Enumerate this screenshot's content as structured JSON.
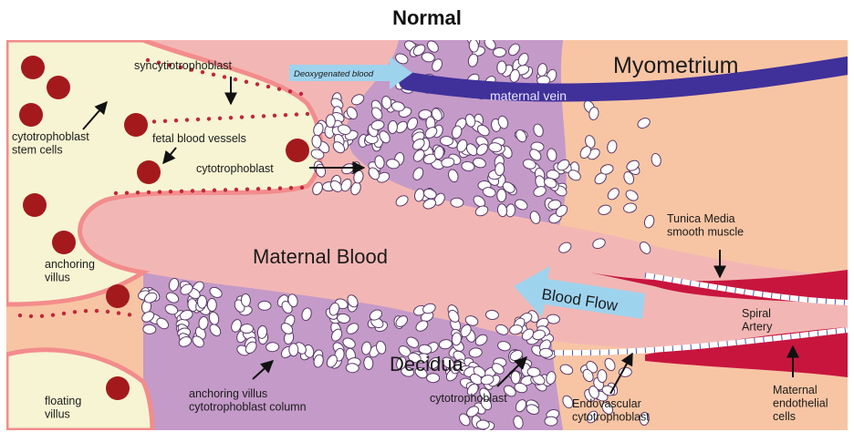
{
  "title": "Normal",
  "colors": {
    "myometrium": "#f7c5a4",
    "decidua": "#c49ac8",
    "maternal_blood": "#f2b7b4",
    "villus_core": "#f7f4d3",
    "syncytio_band": "#ee8f8f",
    "fetal_vessel": "#a41a1c",
    "maternal_vein": "#40309a",
    "artery_muscle": "#c8153e",
    "arrow_fill": "#9ed3ee"
  },
  "labels": {
    "syncytiotrophoblast": "syncytiotrophoblast",
    "cyto_stem": "cytotrophoblast\nstem cells",
    "fetal_vessels": "fetal blood vessels",
    "cytotrophoblast_top": "cytotrophoblast",
    "deoxygenated": "Deoxygenated blood",
    "myometrium": "Myometrium",
    "maternal_vein": "maternal vein",
    "maternal_blood": "Maternal Blood",
    "anchoring_villus": "anchoring\nvillus",
    "blood_flow": "Blood Flow",
    "tunica_media": "Tunica Media\nsmooth muscle",
    "spiral_artery": "Spiral\nArtery",
    "decidua": "Decidua",
    "anchoring_column": "anchoring villus\ncytotrophoblast column",
    "cytotrophoblast_bottom": "cytotrophoblast",
    "endovascular": "Endovascular\ncytotrophoblast",
    "maternal_endothelial": "Maternal\nendothelial\ncells",
    "floating_villus": "floating\nvillus"
  }
}
